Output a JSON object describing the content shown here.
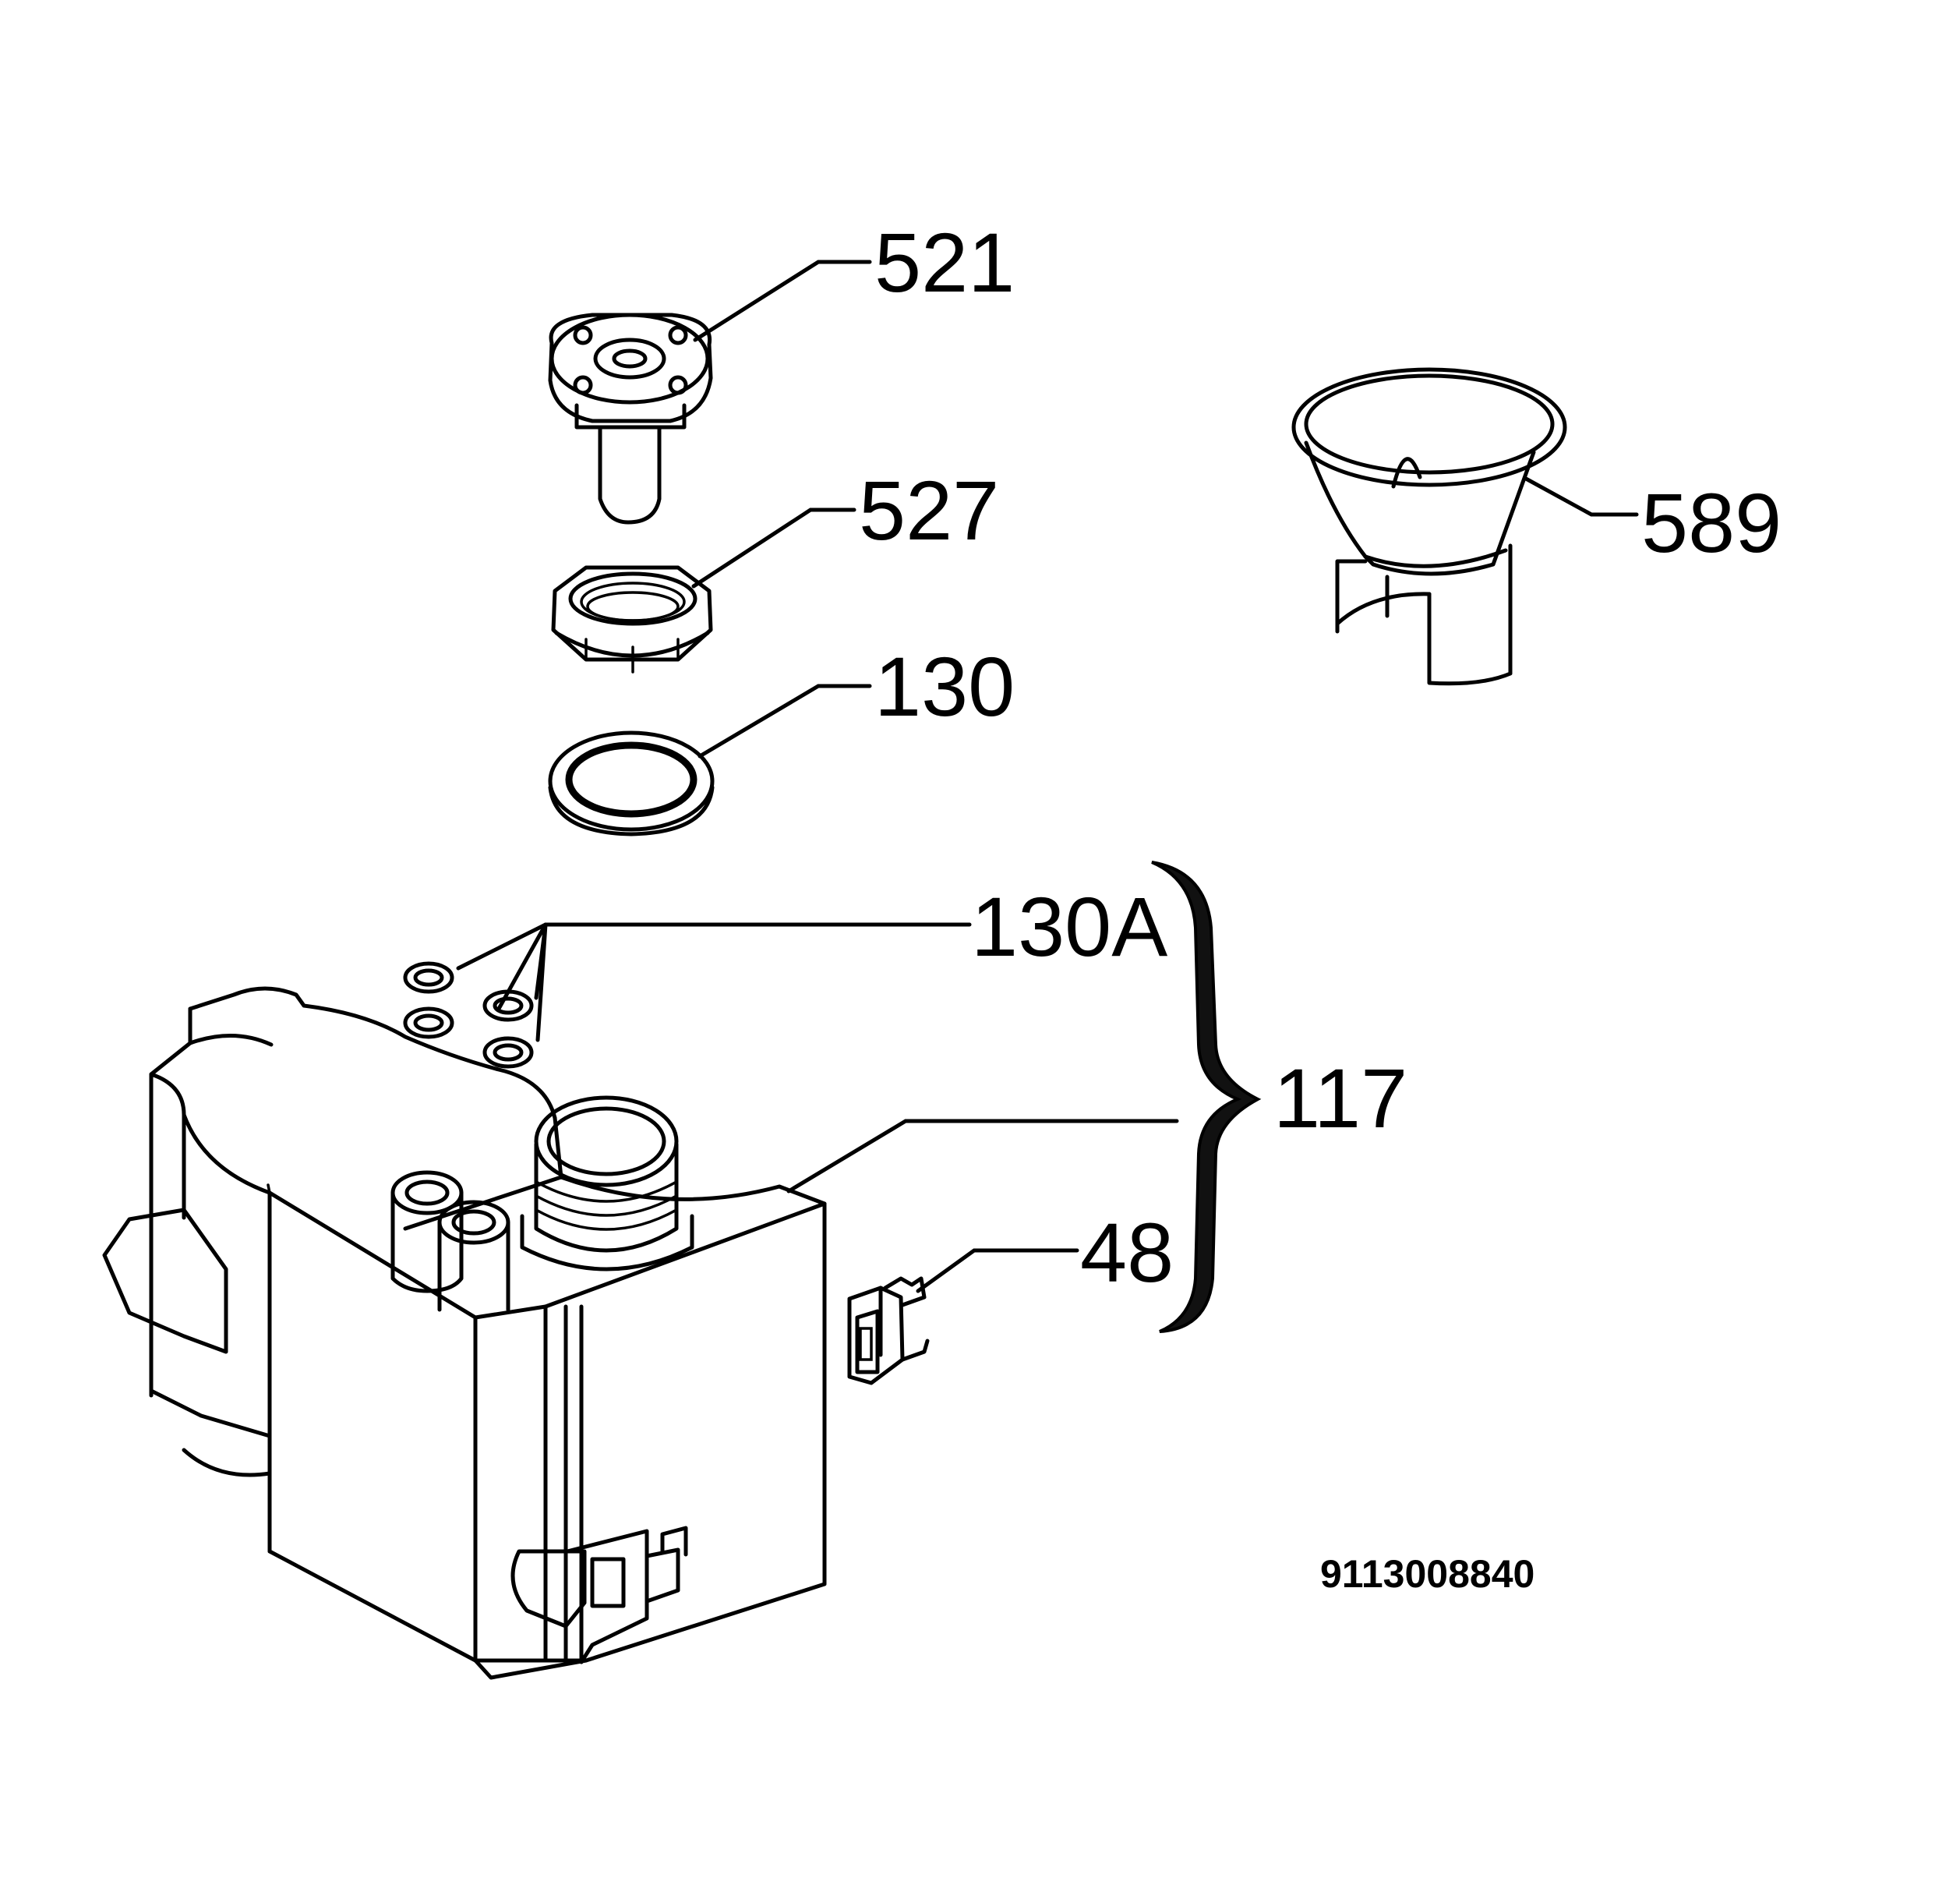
{
  "callouts": {
    "part_521": "521",
    "part_527": "527",
    "part_130": "130",
    "part_589": "589",
    "part_130a": "130A",
    "part_117": "117",
    "part_48": "48"
  },
  "drawing_code": "9113008840"
}
